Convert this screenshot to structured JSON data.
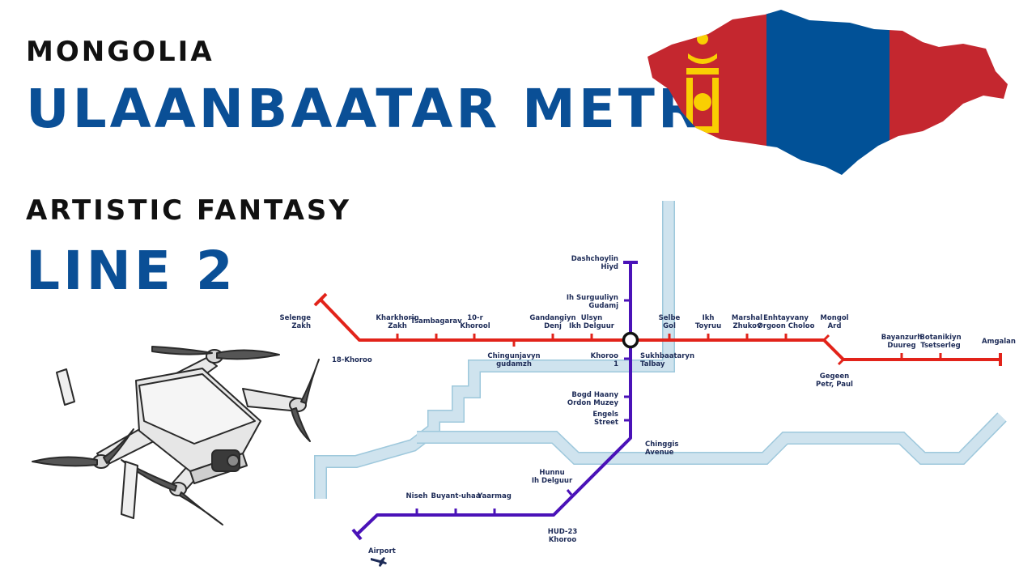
{
  "header": {
    "country": "MONGOLIA",
    "title": "ULAANBAATAR METRO",
    "subtitle": "ARTISTIC FANTASY",
    "line_title": "LINE 2"
  },
  "colors": {
    "title_blue": "#0a4f96",
    "red_line": "#e2231a",
    "purple_line": "#4a12b8",
    "river": "#cfe3ee",
    "river_stroke": "#9ec8dc",
    "flag_red": "#c4272f",
    "flag_blue": "#015197",
    "flag_gold": "#f9cf02"
  },
  "icons": [
    "mongolia-flag-map",
    "drone-illustration",
    "airplane-icon"
  ],
  "map": {
    "red_line_stations": [
      {
        "label": [
          "Selenge",
          "Zakh"
        ]
      },
      {
        "label": [
          "18-Khoroo"
        ]
      },
      {
        "label": [
          "Kharkhorin",
          "Zakh"
        ]
      },
      {
        "label": [
          "Tsambagarav"
        ]
      },
      {
        "label": [
          "10-r",
          "Khorool"
        ]
      },
      {
        "label": [
          "Chingunjavyn",
          "gudamzh"
        ]
      },
      {
        "label": [
          "Gandangiyn",
          "Denj"
        ]
      },
      {
        "label": [
          "Ulsyn",
          "Ikh Delguur"
        ]
      },
      {
        "label": [
          "Selbe",
          "Gol"
        ]
      },
      {
        "label": [
          "Ikh",
          "Toyruu"
        ]
      },
      {
        "label": [
          "Marshal",
          "Zhukov"
        ]
      },
      {
        "label": [
          "Enhtayvany",
          "Orgoon Choloo"
        ]
      },
      {
        "label": [
          "Mongol",
          "Ard"
        ]
      },
      {
        "label": [
          "Gegeen",
          "Petr, Paul"
        ]
      },
      {
        "label": [
          "Bayanzurh",
          "Duureg"
        ]
      },
      {
        "label": [
          "Botanikiyn",
          "Tsetserleg"
        ]
      },
      {
        "label": [
          "Amgalan"
        ]
      }
    ],
    "purple_line_stations": [
      {
        "label": [
          "Dashchoylin",
          "Hiyd"
        ]
      },
      {
        "label": [
          "Ih Surguuliyn",
          "Gudamj"
        ]
      },
      {
        "label": [
          "Khoroo",
          "1"
        ]
      },
      {
        "label": [
          "Sukhbaataryn",
          "Talbay"
        ]
      },
      {
        "label": [
          "Bogd Haany",
          "Ordon Muzey"
        ]
      },
      {
        "label": [
          "Engels",
          "Street"
        ]
      },
      {
        "label": [
          "Chinggis",
          "Avenue"
        ]
      },
      {
        "label": [
          "Hunnu",
          "Ih Delguur"
        ]
      },
      {
        "label": [
          "HUD-23",
          "Khoroo"
        ]
      },
      {
        "label": [
          "Yaarmag"
        ]
      },
      {
        "label": [
          "Buyant-uhaa"
        ]
      },
      {
        "label": [
          "Niseh"
        ]
      },
      {
        "label": [
          "Airport"
        ]
      }
    ]
  }
}
